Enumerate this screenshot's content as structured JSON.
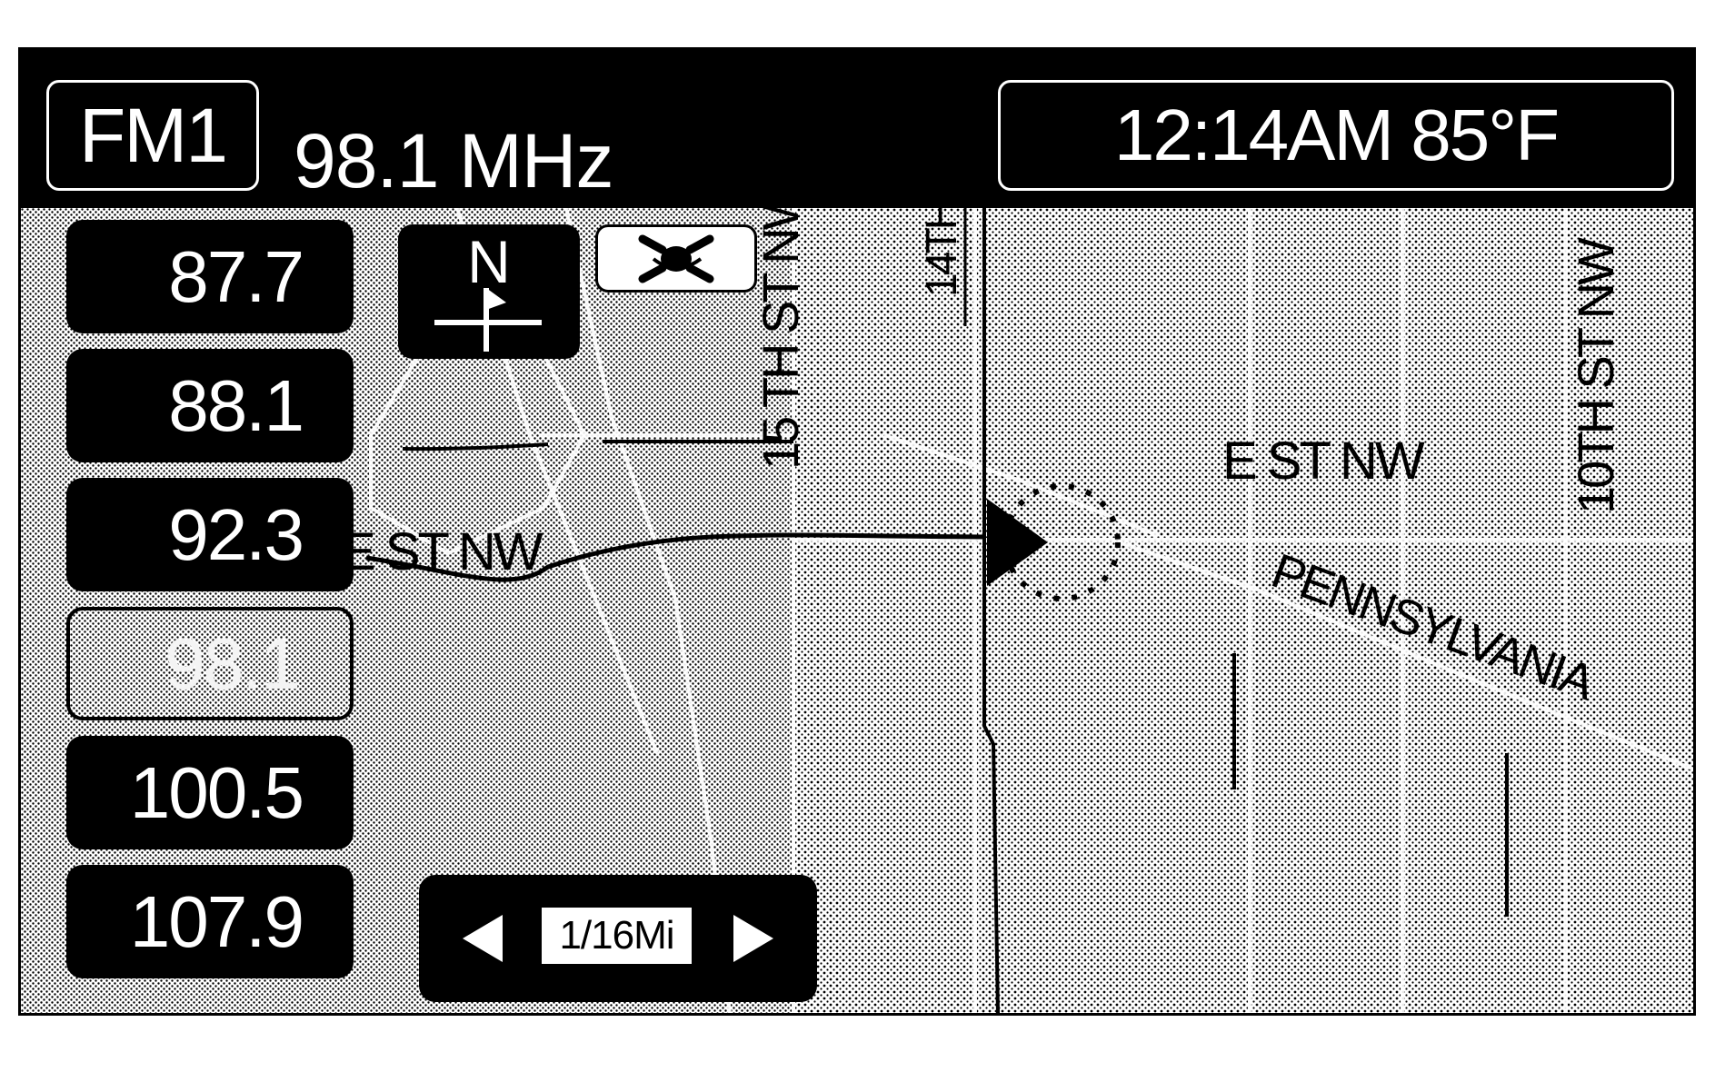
{
  "header": {
    "band": "FM1",
    "frequency": "98.1 MHz",
    "clock": "12:14AM 85°F"
  },
  "presets": [
    {
      "label": "87.7",
      "selected": false
    },
    {
      "label": "88.1",
      "selected": false
    },
    {
      "label": "92.3",
      "selected": false
    },
    {
      "label": "98.1",
      "selected": true
    },
    {
      "label": "100.5",
      "selected": false
    },
    {
      "label": "107.9",
      "selected": false
    }
  ],
  "map": {
    "compass_label": "N",
    "scale_label": "1/16Mi",
    "streets": {
      "e_st_nw_left": "E ST NW",
      "e_st_nw_right": "E ST NW",
      "fifteenth": "15 TH ST NW",
      "fourteenth": "14TH",
      "tenth": "10TH ST NW",
      "pennsylvania": "PENNSYLVANIA"
    }
  },
  "icons": {
    "compass": "north-up-compass-icon",
    "satellite": "satellite-icon",
    "scale_left": "left-arrow-icon",
    "scale_right": "right-arrow-icon",
    "vehicle": "vehicle-position-arrow-icon"
  }
}
